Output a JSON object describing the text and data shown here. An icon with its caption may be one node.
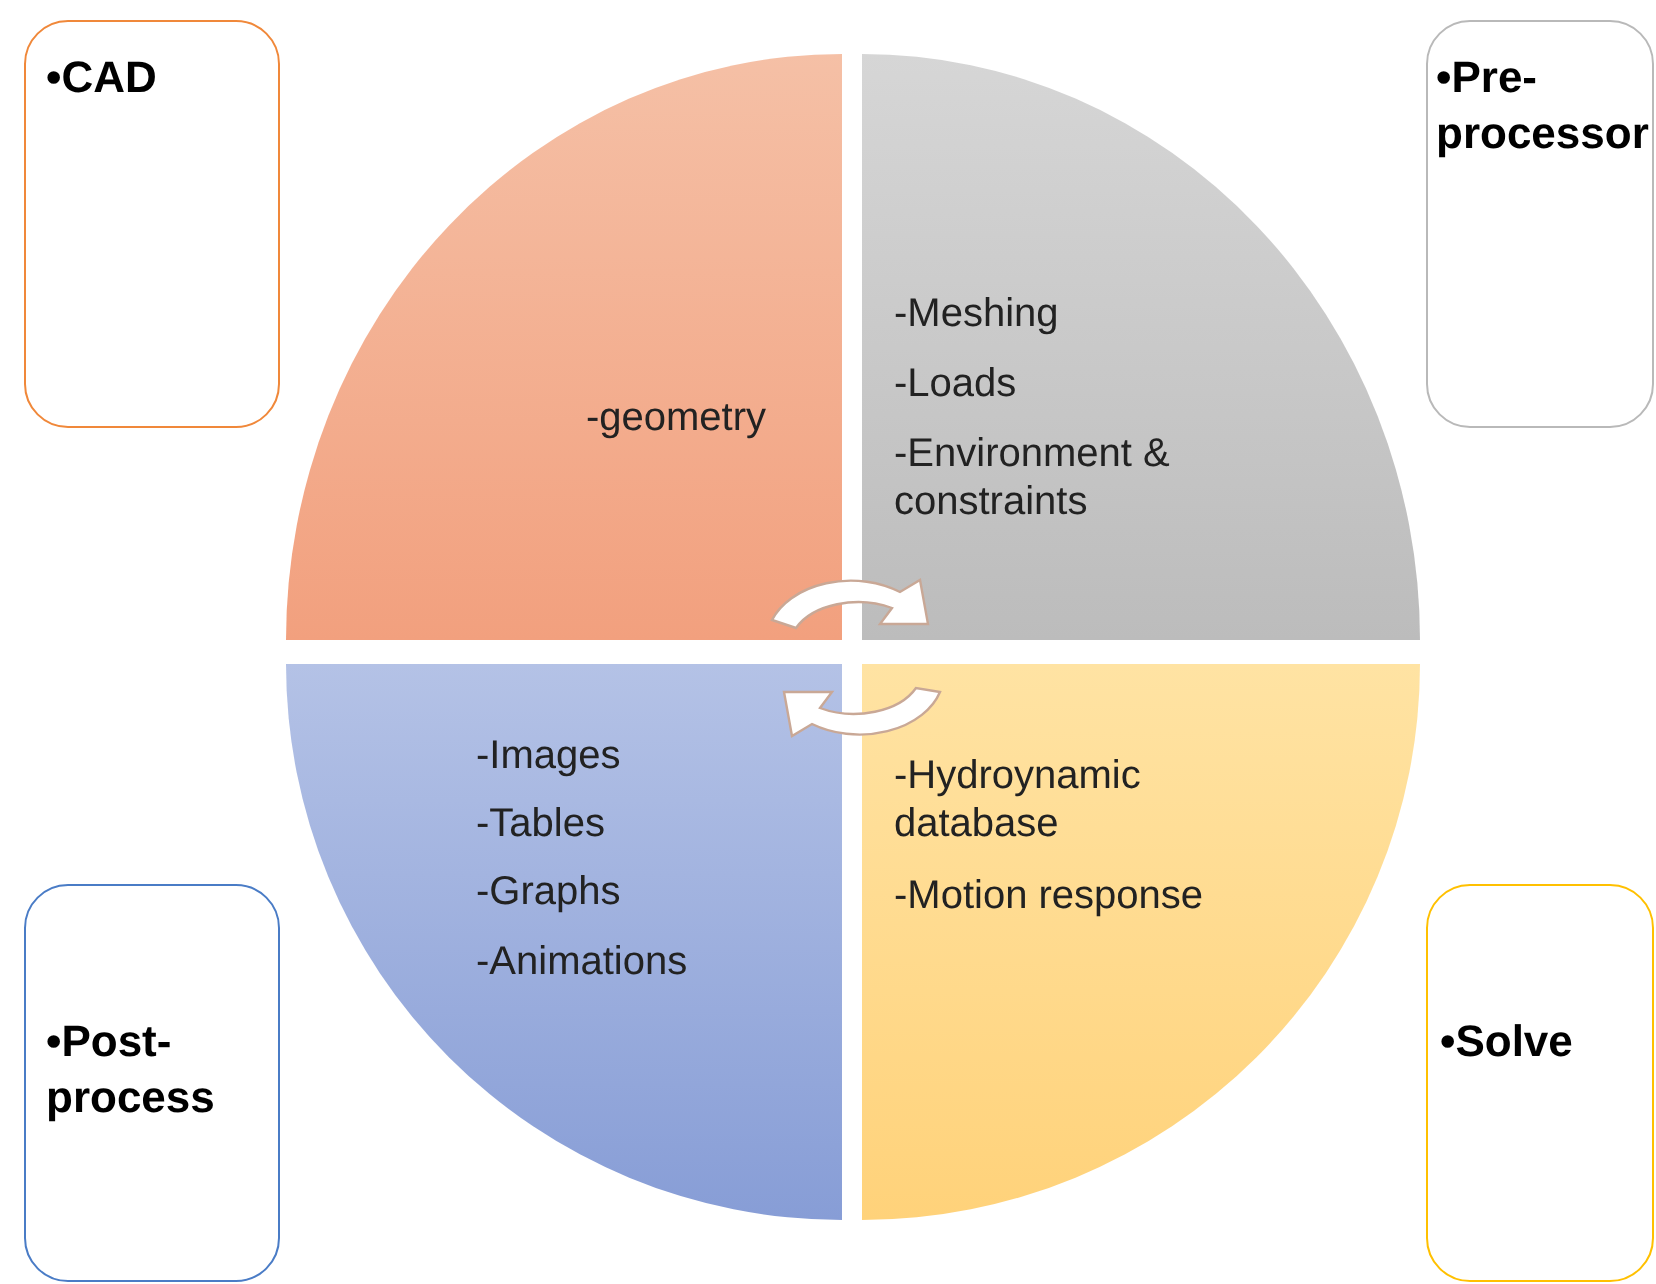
{
  "diagram": {
    "nodes": [
      {
        "text": [
          "•CAD"
        ]
      },
      {
        "text": [
          "•Pre-processor"
        ]
      },
      {
        "text": [
          "-geometry"
        ]
      },
      {
        "text": [
          "-Meshing",
          "-Loads",
          "-Environment & constraints"
        ]
      },
      {
        "text": [
          "-Images",
          "-Tables",
          "-Graphs",
          "-Animations"
        ]
      },
      {
        "text": [
          "-Hydroynamic database",
          "-Motion response"
        ]
      },
      {
        "text": [
          "•Post-process"
        ]
      },
      {
        "text": [
          "•Solve"
        ]
      }
    ]
  }
}
